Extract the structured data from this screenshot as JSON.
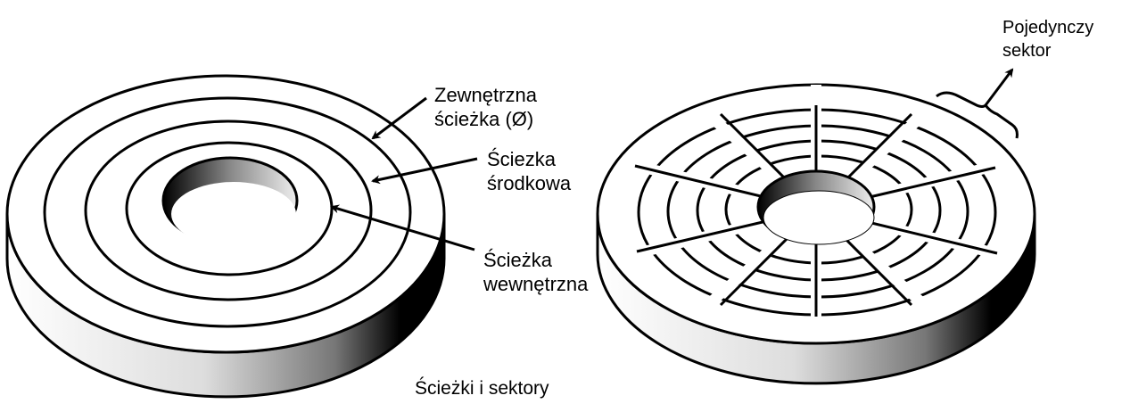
{
  "labels": {
    "outer_track": [
      "Zewnętrzna",
      "ścieżka (Ø)"
    ],
    "middle_track": [
      "Ściezka",
      "środkowa"
    ],
    "inner_track": [
      "Ścieżka",
      "wewnętrzna"
    ],
    "single_sector": [
      "Pojedynczy",
      "sektor"
    ],
    "caption": "Ścieżki i sektory"
  },
  "colors": {
    "ink": "#000000",
    "shade": "#9a9a9a"
  }
}
